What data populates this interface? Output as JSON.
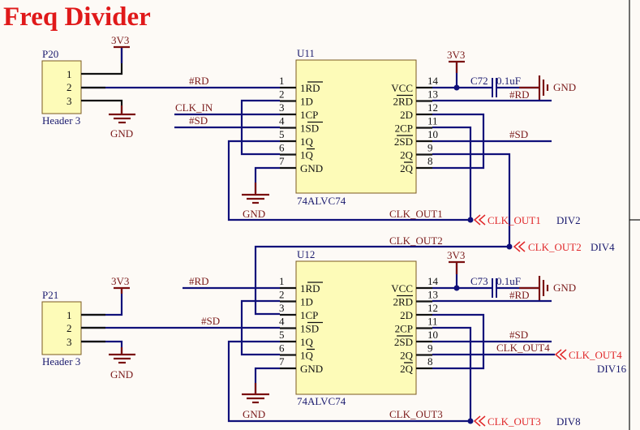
{
  "title": "Freq Divider",
  "headers": [
    {
      "ref": "P20",
      "name": "Header 3",
      "pins": [
        "1",
        "2",
        "3"
      ],
      "power": "3V3",
      "ground": "GND"
    },
    {
      "ref": "P21",
      "name": "Header 3",
      "pins": [
        "1",
        "2",
        "3"
      ],
      "power": "3V3",
      "ground": "GND"
    }
  ],
  "chips": [
    {
      "ref": "U11",
      "part": "74ALVC74",
      "left_pins": [
        {
          "num": "1",
          "name": "1RD"
        },
        {
          "num": "2",
          "name": "1D"
        },
        {
          "num": "3",
          "name": "1CP"
        },
        {
          "num": "4",
          "name": "1SD"
        },
        {
          "num": "5",
          "name": "1Q"
        },
        {
          "num": "6",
          "name": "1Q"
        },
        {
          "num": "7",
          "name": "GND"
        }
      ],
      "right_pins": [
        {
          "num": "14",
          "name": "VCC"
        },
        {
          "num": "13",
          "name": "2RD"
        },
        {
          "num": "12",
          "name": "2D"
        },
        {
          "num": "11",
          "name": "2CP"
        },
        {
          "num": "10",
          "name": "2SD"
        },
        {
          "num": "9",
          "name": "2Q"
        },
        {
          "num": "8",
          "name": "2Q"
        }
      ],
      "ground": "GND",
      "power": "3V3",
      "capacitor": {
        "ref": "C72",
        "value": "0.1uF",
        "ground": "GND"
      }
    },
    {
      "ref": "U12",
      "part": "74ALVC74",
      "left_pins": [
        {
          "num": "1",
          "name": "1RD"
        },
        {
          "num": "2",
          "name": "1D"
        },
        {
          "num": "3",
          "name": "1CP"
        },
        {
          "num": "4",
          "name": "1SD"
        },
        {
          "num": "5",
          "name": "1Q"
        },
        {
          "num": "6",
          "name": "1Q"
        },
        {
          "num": "7",
          "name": "GND"
        }
      ],
      "right_pins": [
        {
          "num": "14",
          "name": "VCC"
        },
        {
          "num": "13",
          "name": "2RD"
        },
        {
          "num": "12",
          "name": "2D"
        },
        {
          "num": "11",
          "name": "2CP"
        },
        {
          "num": "10",
          "name": "2SD"
        },
        {
          "num": "9",
          "name": "2Q"
        },
        {
          "num": "8",
          "name": "2Q"
        }
      ],
      "ground": "GND",
      "power": "3V3",
      "capacitor": {
        "ref": "C73",
        "value": "0.1uF",
        "ground": "GND"
      }
    }
  ],
  "nets": {
    "rd": "#RD",
    "sd": "#SD",
    "clk_in": "CLK_IN",
    "clk_out1": "CLK_OUT1",
    "clk_out2": "CLK_OUT2",
    "clk_out3": "CLK_OUT3",
    "clk_out4": "CLK_OUT4"
  },
  "ports": [
    {
      "net": "CLK_OUT1",
      "note": "DIV2"
    },
    {
      "net": "CLK_OUT2",
      "note": "DIV4"
    },
    {
      "net": "CLK_OUT3",
      "note": "DIV8"
    },
    {
      "net": "CLK_OUT4",
      "note": "DIV16"
    }
  ]
}
